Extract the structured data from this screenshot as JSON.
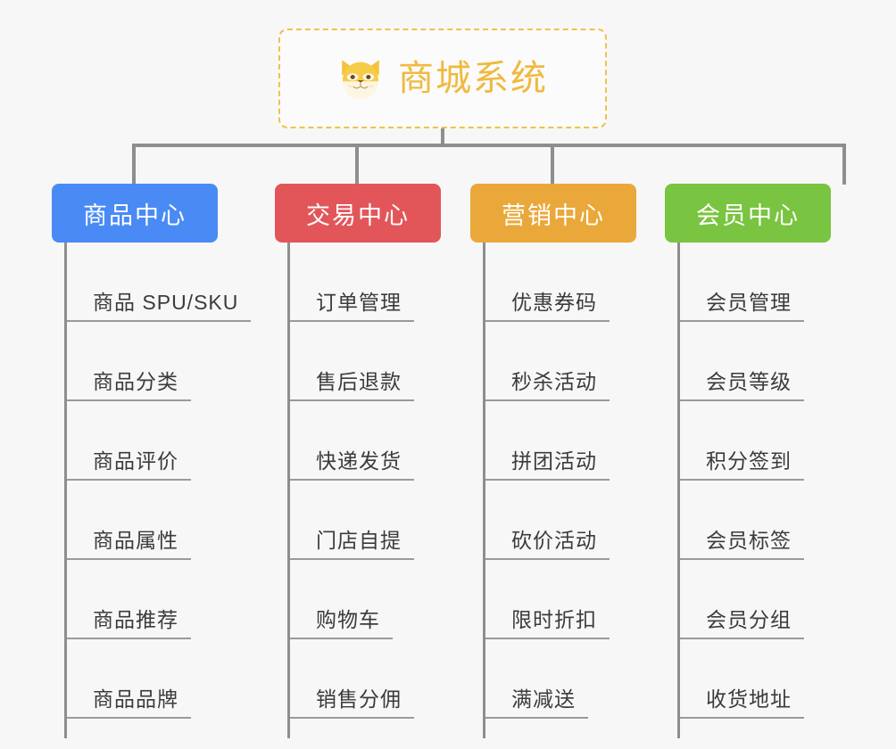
{
  "root": {
    "title": "商城系统",
    "icon": "shiba-dog-icon",
    "border_color": "#f0c14b",
    "text_color": "#f0b93e"
  },
  "canvas": {
    "background": "#f7f7f7",
    "connector_color": "#8e8e8e"
  },
  "columns": [
    {
      "header": "商品中心",
      "color": "#4a8af4",
      "items": [
        "商品 SPU/SKU",
        "商品分类",
        "商品评价",
        "商品属性",
        "商品推荐",
        "商品品牌"
      ]
    },
    {
      "header": "交易中心",
      "color": "#e2565a",
      "items": [
        "订单管理",
        "售后退款",
        "快递发货",
        "门店自提",
        "购物车",
        "销售分佣"
      ]
    },
    {
      "header": "营销中心",
      "color": "#eaa83a",
      "items": [
        "优惠券码",
        "秒杀活动",
        "拼团活动",
        "砍价活动",
        "限时折扣",
        "满减送"
      ]
    },
    {
      "header": "会员中心",
      "color": "#79c440",
      "items": [
        "会员管理",
        "会员等级",
        "积分签到",
        "会员标签",
        "会员分组",
        "收货地址"
      ]
    }
  ]
}
